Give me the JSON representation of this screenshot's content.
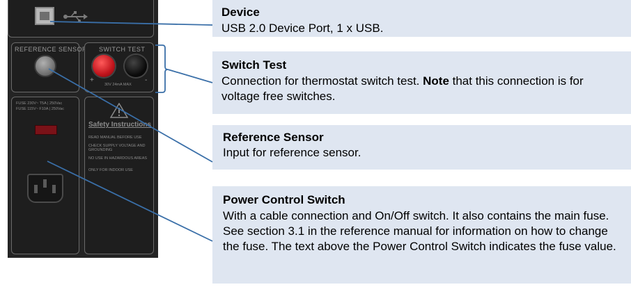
{
  "panel": {
    "reference_label": "REFERENCE SENSOR",
    "switch_label": "SWITCH TEST",
    "plus_sign": "+",
    "minus_sign": "-",
    "switch_rating": "30V 24mA MAX",
    "fuse_line1": "FUSE 230V~  T5A | 250Vac",
    "fuse_line2": "FUSE 115V~ F10A | 250Vac",
    "safety_title": "Safety Instructions",
    "safety_items": [
      "READ MANUAL BEFORE USE",
      "CHECK SUPPLY VOLTAGE AND GROUNDING",
      "NO USE IN HAZARDOUS AREAS",
      "ONLY FOR INDOOR USE"
    ]
  },
  "callouts": {
    "device": {
      "title": "Device",
      "text": "USB 2.0 Device Port, 1 x USB."
    },
    "switch_test": {
      "title": "Switch Test",
      "text_pre": "Connection for thermostat switch test. ",
      "text_bold": "Note",
      "text_post": " that this connection is for voltage free switches."
    },
    "reference_sensor": {
      "title": "Reference Sensor",
      "text": "Input for reference sensor."
    },
    "power_control": {
      "title": "Power Control Switch",
      "text": "With a cable connection and On/Off switch. It also contains the main fuse. See section 3.1 in the reference manual for information on how to change the fuse. The text above the Power Control Switch indicates the fuse value."
    }
  },
  "colors": {
    "callout_bg": "#dfe6f1",
    "leader_line": "#3a6fa8",
    "panel_bg": "#242424",
    "switch_red": "#c0141c"
  }
}
